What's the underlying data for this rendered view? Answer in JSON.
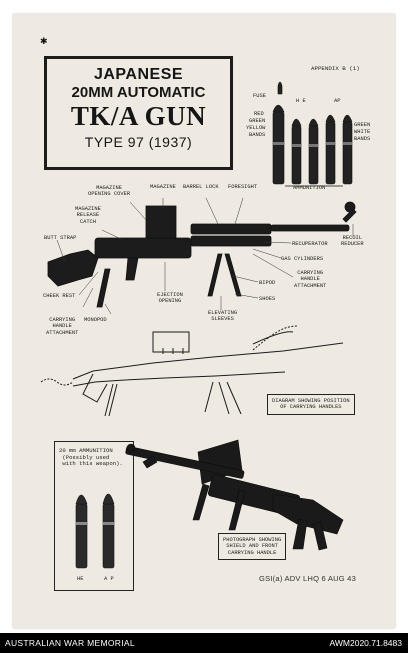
{
  "poster": {
    "title_line1": "JAPANESE",
    "title_line2": "20MM AUTOMATIC",
    "title_line3": "TK/A GUN",
    "title_line4": "TYPE 97  (1937)",
    "appendix": "APPENDIX B (1)",
    "ammunition_heading": "AMMUNITION",
    "ammo_labels": {
      "fuse": "FUSE",
      "he": "H E",
      "ap": "AP",
      "red": "RED",
      "green": "GREEN",
      "yellow": "YELLOW",
      "bands_left": "BANDS",
      "green_white": "GREEN",
      "white": "WHITE",
      "bands_right": "BANDS"
    },
    "parts": {
      "magazine_opening_cover_1": "MAGAZINE",
      "magazine_opening_cover_2": "OPENING COVER",
      "magazine": "MAGAZINE",
      "barrel_lock": "BARREL LOCK",
      "foresight": "FORESIGHT",
      "magazine_release_1": "MAGAZINE",
      "magazine_release_2": "RELEASE",
      "magazine_release_3": "CATCH",
      "butt_strap": "BUTT STRAP",
      "recoil_reducer_1": "RECOIL",
      "recoil_reducer_2": "REDUCER",
      "recuperator": "RECUPERATOR",
      "gas_cylinders": "GAS CYLINDERS",
      "carrying_handle_att_1": "CARRYING",
      "carrying_handle_att_2": "HANDLE",
      "carrying_handle_att_3": "ATTACHMENT",
      "bipod": "BIPOD",
      "shoes": "SHOES",
      "cheek_rest": "CHEEK REST",
      "ejection_opening_1": "EJECTION",
      "ejection_opening_2": "OPENING",
      "carrying_handle_left_1": "CARRYING",
      "carrying_handle_left_2": "HANDLE",
      "carrying_handle_left_3": "ATTACHMENT",
      "monopod": "MONOPOD",
      "elevating_sleeves_1": "ELEVATING",
      "elevating_sleeves_2": "SLEEVES"
    },
    "diagram_caption_1": "DIAGRAM SHOWING POSITION",
    "diagram_caption_2": "OF CARRYING HANDLES",
    "ammo_box_1": "20 mm AMMUNITION",
    "ammo_box_2": "(Possibly used",
    "ammo_box_3": "with this weapon).",
    "ammo_box_he": "HE",
    "ammo_box_ap": "A P",
    "photo_caption_1": "PHOTOGRAPH SHOWING",
    "photo_caption_2": "SHIELD AND FRONT",
    "photo_caption_3": "CARRYING HANDLE",
    "stamp": "GSI(a) ADV LHQ  6 AUG 43"
  },
  "footer": {
    "left": "AUSTRALIAN WAR MEMORIAL",
    "right": "AWM2020.71.8483"
  },
  "colors": {
    "paper": "#efeae1",
    "ink": "#1b1b1b",
    "footer_bg": "#000000"
  }
}
